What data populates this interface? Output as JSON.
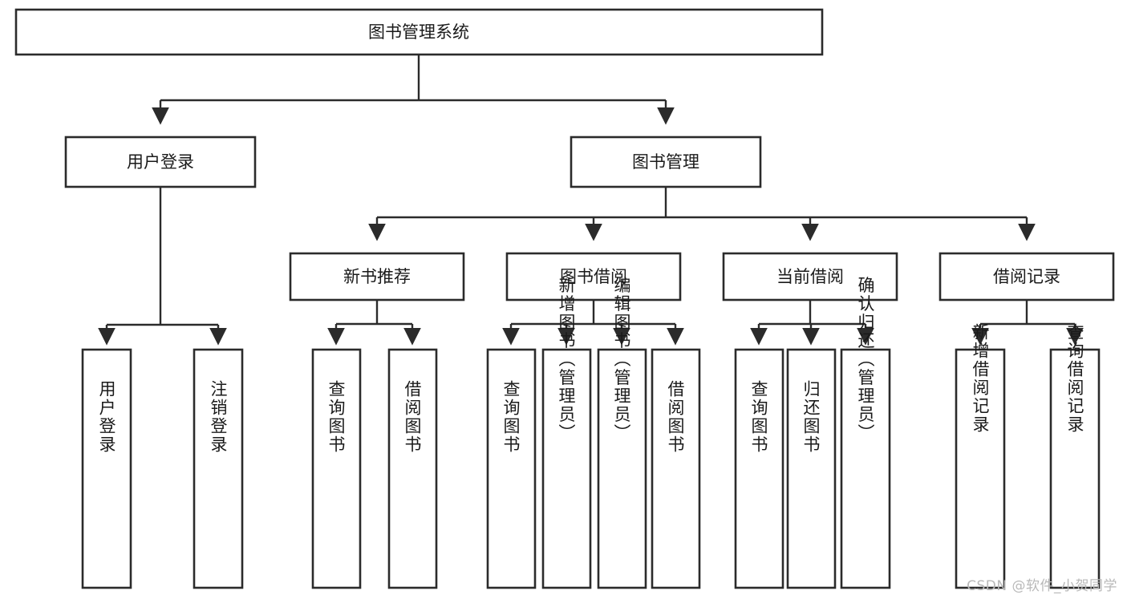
{
  "diagram": {
    "title": "图书管理系统",
    "watermark": "CSDN @软件_小贺同学",
    "style": {
      "box_fill": "#ffffff",
      "box_stroke": "#2b2b2b",
      "text_color": "#1a1a1a",
      "watermark_color": "#b9b9b9",
      "background": "#ffffff"
    },
    "levels": {
      "root": {
        "label": "图书管理系统"
      },
      "level2": [
        {
          "label": "用户登录"
        },
        {
          "label": "图书管理"
        }
      ],
      "level3": [
        {
          "label": "新书推荐"
        },
        {
          "label": "图书借阅"
        },
        {
          "label": "当前借阅"
        },
        {
          "label": "借阅记录"
        }
      ],
      "leaves": {
        "user_login": [
          {
            "label": "用户登录"
          },
          {
            "label": "注销登录"
          }
        ],
        "new_book_recommend": [
          {
            "label": "查询图书"
          },
          {
            "label": "借阅图书"
          }
        ],
        "book_borrow": [
          {
            "label": "查询图书"
          },
          {
            "label": "新增图书（管理员）"
          },
          {
            "label": "编辑图书（管理员）"
          },
          {
            "label": "借阅图书"
          }
        ],
        "current_borrow": [
          {
            "label": "查询图书"
          },
          {
            "label": "归还图书"
          },
          {
            "label": "确认归还（管理员）"
          }
        ],
        "borrow_record": [
          {
            "label": "新增借阅记录"
          },
          {
            "label": "查询借阅记录"
          }
        ]
      }
    }
  }
}
